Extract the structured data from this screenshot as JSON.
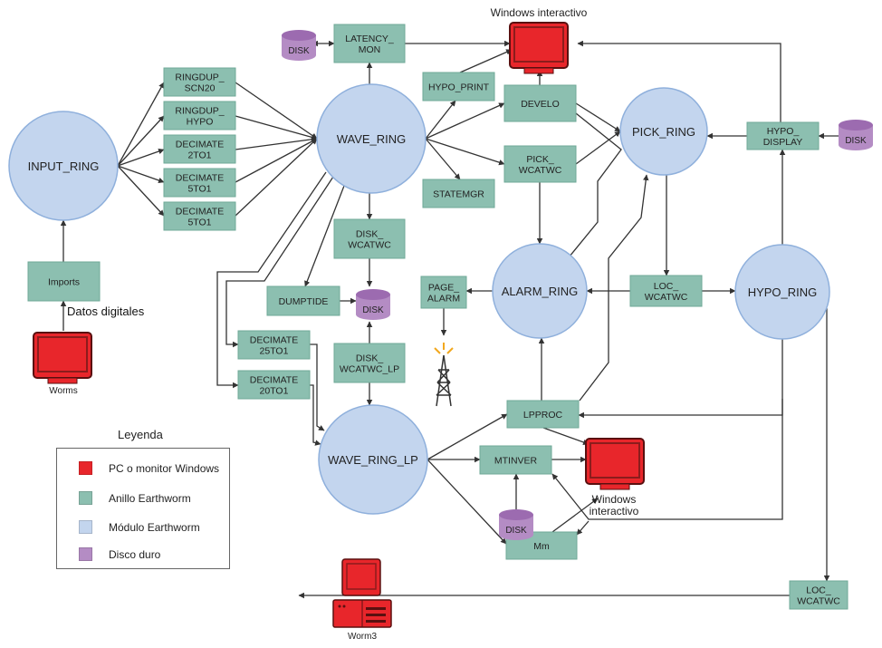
{
  "colors": {
    "pc": "#e8262b",
    "pc_dark": "#8c1c1c",
    "module": "#8cbfb0",
    "module_border": "#6fa897",
    "ring": "#c3d5ee",
    "ring_border": "#8fb0dc",
    "disk": "#b48cc4",
    "disk_top": "#9c6bb0",
    "line": "#333333",
    "antenna_glow": "#f2a81d"
  },
  "rings": [
    {
      "id": "input_ring",
      "label": "INPUT_RING"
    },
    {
      "id": "wave_ring",
      "label": "WAVE_RING"
    },
    {
      "id": "pick_ring",
      "label": "PICK_RING"
    },
    {
      "id": "alarm_ring",
      "label": "ALARM_RING"
    },
    {
      "id": "hypo_ring",
      "label": "HYPO_RING"
    },
    {
      "id": "wave_ring_lp",
      "label": "WAVE_RING_LP"
    }
  ],
  "modules": [
    {
      "id": "ringdup_scn20",
      "lines": [
        "RINGDUP_",
        "SCN20"
      ]
    },
    {
      "id": "ringdup_hypo",
      "lines": [
        "RINGDUP_",
        "HYPO"
      ]
    },
    {
      "id": "decimate_2to1",
      "lines": [
        "DECIMATE",
        "2TO1"
      ]
    },
    {
      "id": "decimate_5to1_a",
      "lines": [
        "DECIMATE",
        "5TO1"
      ]
    },
    {
      "id": "decimate_5to1_b",
      "lines": [
        "DECIMATE",
        "5TO1"
      ]
    },
    {
      "id": "imports",
      "lines": [
        "Imports"
      ]
    },
    {
      "id": "latency_mon",
      "lines": [
        "LATENCY_",
        "MON"
      ]
    },
    {
      "id": "hypo_print",
      "lines": [
        "HYPO_PRINT"
      ]
    },
    {
      "id": "develo",
      "lines": [
        "DEVELO"
      ]
    },
    {
      "id": "pick_wcatwc",
      "lines": [
        "PICK_",
        "WCATWC"
      ]
    },
    {
      "id": "statemgr",
      "lines": [
        "STATEMGR"
      ]
    },
    {
      "id": "hypo_display",
      "lines": [
        "HYPO_",
        "DISPLAY"
      ]
    },
    {
      "id": "disk_wcatwc",
      "lines": [
        "DISK_",
        "WCATWC"
      ]
    },
    {
      "id": "dumptide",
      "lines": [
        "DUMPTIDE"
      ]
    },
    {
      "id": "page_alarm",
      "lines": [
        "PAGE_",
        "ALARM"
      ]
    },
    {
      "id": "loc_wcatwc",
      "lines": [
        "LOC_",
        "WCATWC"
      ]
    },
    {
      "id": "decimate_25to1",
      "lines": [
        "DECIMATE",
        "25TO1"
      ]
    },
    {
      "id": "decimate_20to1",
      "lines": [
        "DECIMATE",
        "20TO1"
      ]
    },
    {
      "id": "disk_wcatwc_lp",
      "lines": [
        "DISK_",
        "WCATWC_LP"
      ]
    },
    {
      "id": "lpproc",
      "lines": [
        "LPPROC"
      ]
    },
    {
      "id": "mtinver",
      "lines": [
        "MTINVER"
      ]
    },
    {
      "id": "mm",
      "lines": [
        "Mm"
      ]
    },
    {
      "id": "loc_wcatwc_2",
      "lines": [
        "LOC_",
        "WCATWC"
      ]
    }
  ],
  "disks": [
    {
      "id": "disk_latency",
      "label": "DISK"
    },
    {
      "id": "disk_hypo_display",
      "label": "DISK"
    },
    {
      "id": "disk_center",
      "label": "DISK"
    },
    {
      "id": "disk_mtinver",
      "label": "DISK"
    }
  ],
  "computers": [
    {
      "id": "worms",
      "label": "Worms"
    },
    {
      "id": "windows_top",
      "label": "Windows interactivo"
    },
    {
      "id": "windows_bottom",
      "label_lines": [
        "Windows",
        "interactivo"
      ]
    },
    {
      "id": "worm3",
      "label": "Worm3"
    }
  ],
  "annotations": {
    "datos_digitales": "Datos digitales"
  },
  "legend": {
    "title": "Leyenda",
    "items": [
      {
        "label": "PC o monitor Windows",
        "color": "#e8262b"
      },
      {
        "label": "Anillo Earthworm",
        "color": "#8cbfb0"
      },
      {
        "label": "Módulo Earthworm",
        "color": "#c3d5ee"
      },
      {
        "label": "Disco duro",
        "color": "#b48cc4"
      }
    ]
  }
}
